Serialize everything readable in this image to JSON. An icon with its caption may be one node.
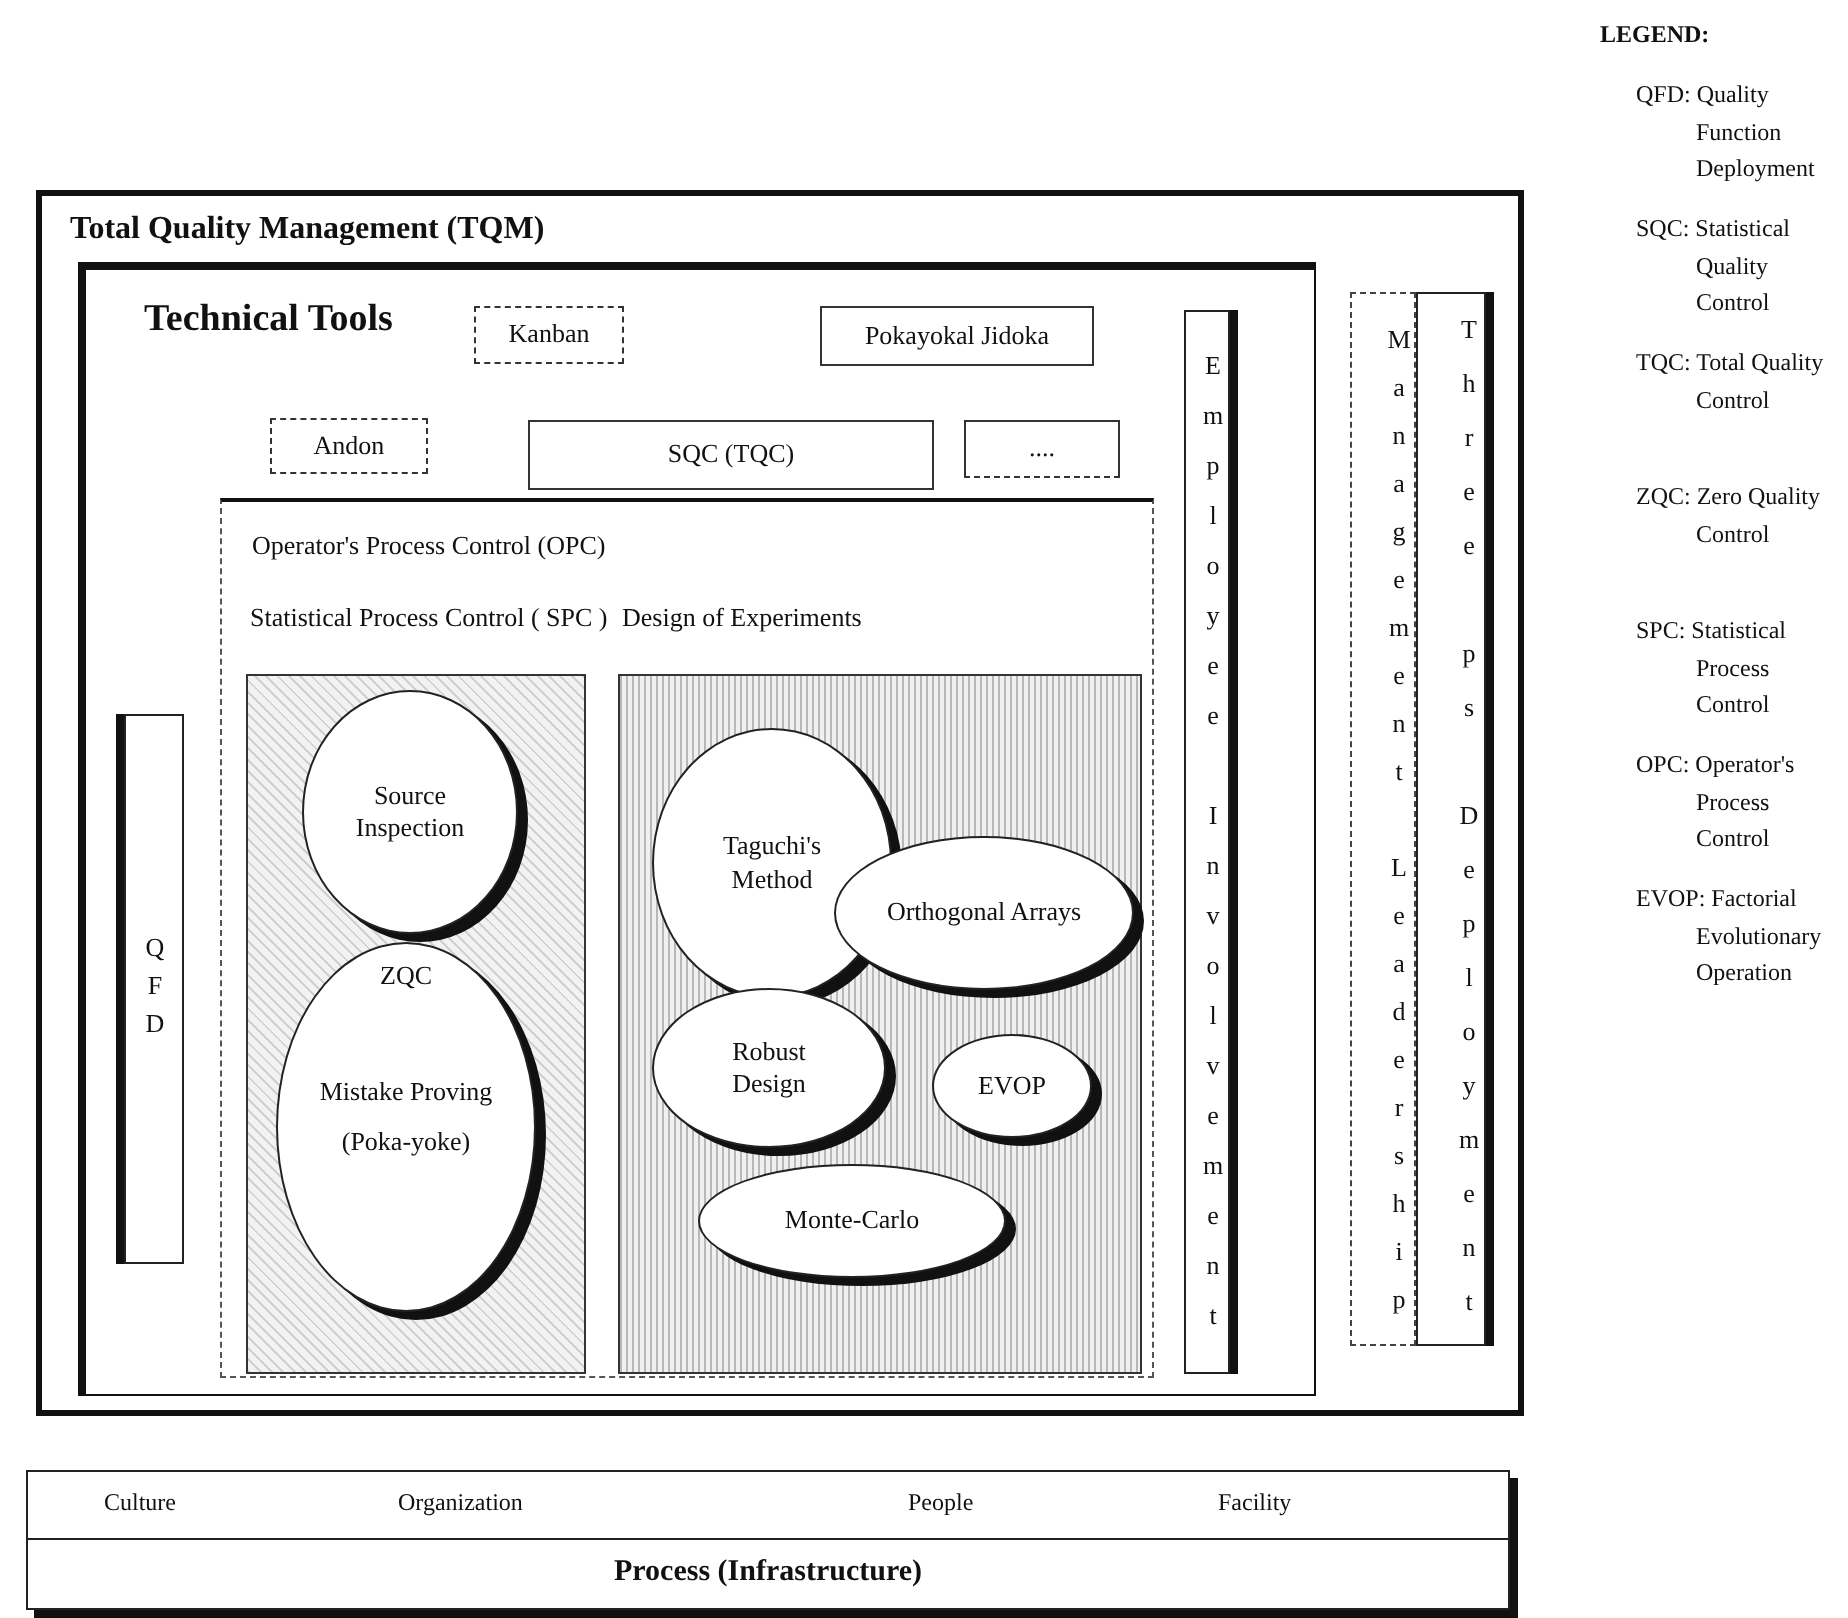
{
  "diagram": {
    "nodes": [
      {
        "text": [
          "Total Quality Management (TQM)"
        ]
      },
      {
        "text": [
          "Technical Tools"
        ],
        "in": 0
      },
      {
        "text": [
          "Kanban"
        ],
        "in": 1
      },
      {
        "text": [
          "Pokayokal Jidoka"
        ],
        "in": 1
      },
      {
        "text": [
          "Andon"
        ],
        "in": 1
      },
      {
        "text": [
          "SQC (TQC)"
        ],
        "in": 1
      },
      {
        "text": [
          "...."
        ],
        "in": 1
      },
      {
        "text": [
          "Operator's Process Control (OPC)"
        ],
        "in": 1
      },
      {
        "text": [
          "Statistical Process Control ( SPC )"
        ],
        "in": 7
      },
      {
        "text": [
          "Design of Experiments"
        ],
        "in": 7
      },
      {
        "text": [
          "Source Inspection"
        ],
        "in": 8
      },
      {
        "text": [
          "ZQC",
          "Mistake Proving (Poka-yoke)"
        ],
        "in": 8
      },
      {
        "text": [
          "Taguchi's Method"
        ],
        "in": 9
      },
      {
        "text": [
          "Orthogonal Arrays"
        ],
        "in": 9
      },
      {
        "text": [
          "Robust Design"
        ],
        "in": 9
      },
      {
        "text": [
          "EVOP"
        ],
        "in": 9
      },
      {
        "text": [
          "Monte-Carlo"
        ],
        "in": 9
      },
      {
        "text": [
          "QFD"
        ],
        "in": 1
      },
      {
        "text": [
          "Employee Involvement"
        ],
        "in": 1
      },
      {
        "text": [
          "Management Leadership"
        ],
        "in": 0
      },
      {
        "text": [
          "Three ps Deployment"
        ],
        "in": 0
      },
      {
        "text": [
          "Culture",
          "Organization",
          "People",
          "Facility",
          "Process (Infrastructure)"
        ]
      }
    ],
    "labels": [
      "LEGEND:"
    ],
    "legend": [
      {
        "text": "QFD: Quality Function Deployment"
      },
      {
        "text": "SQC: Statistical Quality Control"
      },
      {
        "text": "TQC: Total Quality Control"
      },
      {
        "text": "ZQC: Zero Quality Control"
      },
      {
        "text": "SPC: Statistical Process Control"
      },
      {
        "text": "OPC: Operator's Process Control"
      },
      {
        "text": "EVOP: Factorial Evolutionary Operation"
      }
    ]
  }
}
